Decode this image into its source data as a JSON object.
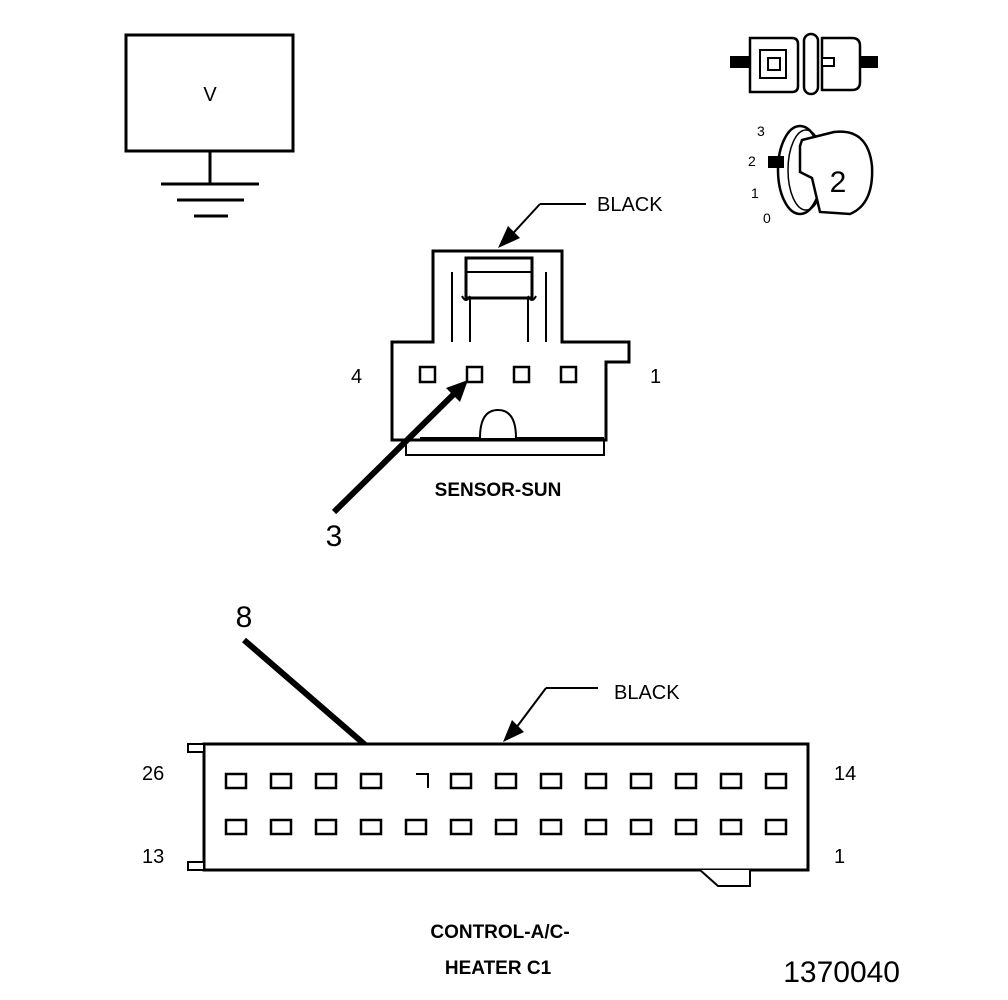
{
  "voltmeter": {
    "label": "V"
  },
  "key_icon": {
    "positions": [
      "3",
      "2",
      "1",
      "0"
    ],
    "selected": "2"
  },
  "sensor": {
    "color_label": "BLACK",
    "pin_left": "4",
    "pin_right": "1",
    "name": "SENSOR-SUN",
    "callout_pin": "3"
  },
  "control": {
    "callout_pin": "8",
    "color_label": "BLACK",
    "pin_top_left": "26",
    "pin_top_right": "14",
    "pin_bottom_left": "13",
    "pin_bottom_right": "1",
    "name_line1": "CONTROL-A/C-",
    "name_line2": "HEATER C1"
  },
  "figure_number": "1370040"
}
